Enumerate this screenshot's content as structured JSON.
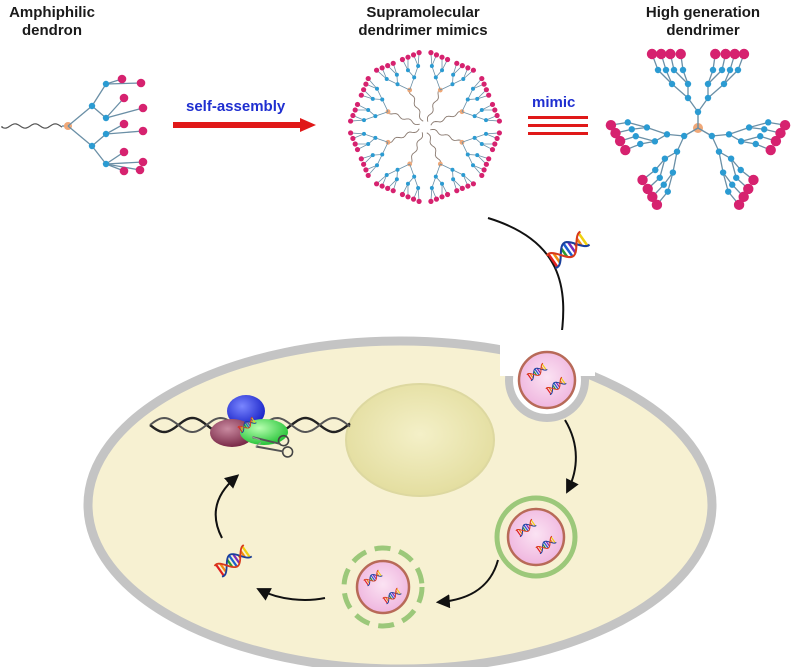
{
  "labels": {
    "amphiphilic_line1": "Amphiphilic",
    "amphiphilic_line2": "dendron",
    "supra_line1": "Supramolecular",
    "supra_line2": "dendrimer mimics",
    "high_line1": "High generation",
    "high_line2": "dendrimer",
    "self_assembly": "self-assembly",
    "mimic": "mimic"
  },
  "colors": {
    "terminal": "#d6226f",
    "branch_node": "#2b9bd2",
    "core": "#f0a878",
    "bond": "#6a8fa6",
    "arrow_red": "#e01818",
    "text_blue": "#1f2fd0",
    "cell_fill": "#f7f1d2",
    "cell_border": "#c4c4c4",
    "nucleus": "#e9e4ac",
    "endosome_green": "#9cc87a",
    "particle_fill": "#f3c2e4",
    "particle_ring": "#b86a58"
  },
  "icons": [
    "dna-helix-icon",
    "scissors-icon"
  ]
}
